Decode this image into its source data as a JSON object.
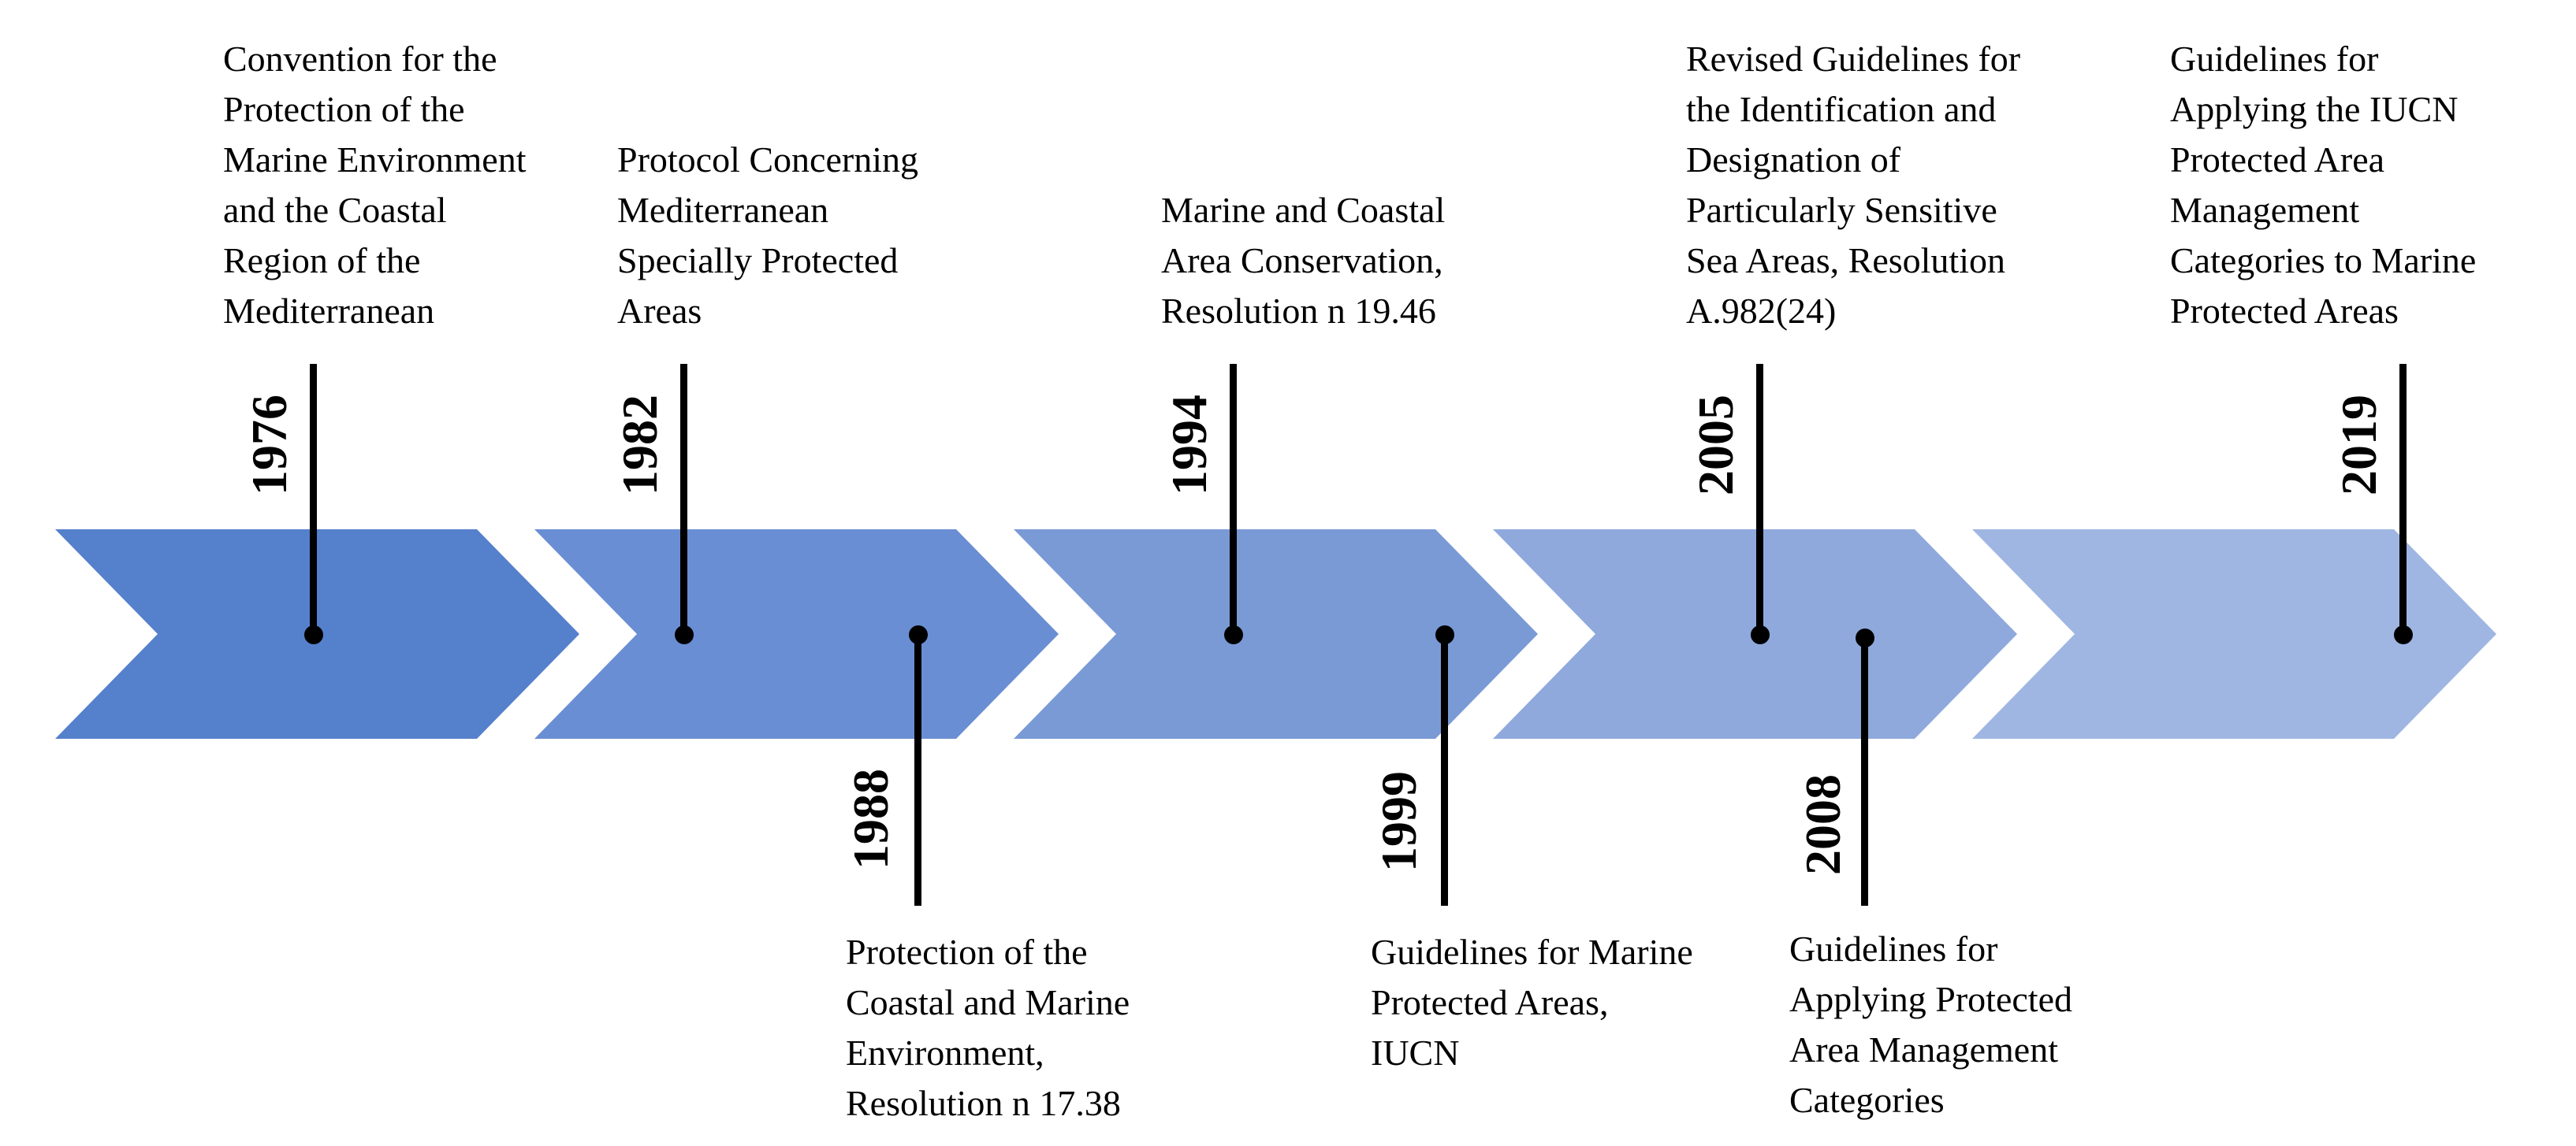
{
  "colors": {
    "arrows": [
      "#5580CC",
      "#6A8ED3",
      "#7A9AD6",
      "#8FA9DD",
      "#A0B6E2"
    ],
    "markers": "#000000"
  },
  "events": [
    {
      "year": "1976",
      "text": "Convention for the\nProtection of the\nMarine Environment\nand the Coastal\nRegion of the\nMediterranean"
    },
    {
      "year": "1982",
      "text": "Protocol Concerning\nMediterranean\nSpecially Protected\nAreas"
    },
    {
      "year": "1988",
      "text": "Protection of the\nCoastal and Marine\nEnvironment,\nResolution n 17.38"
    },
    {
      "year": "1994",
      "text": "Marine and Coastal\nArea Conservation,\nResolution n 19.46"
    },
    {
      "year": "1999",
      "text": "Guidelines for Marine\nProtected Areas,\nIUCN"
    },
    {
      "year": "2005",
      "text": "Revised Guidelines for\nthe Identification and\nDesignation of\nParticularly Sensitive\nSea Areas, Resolution\nA.982(24)"
    },
    {
      "year": "2008",
      "text": "Guidelines for\nApplying Protected\nArea Management\nCategories"
    },
    {
      "year": "2019",
      "text": "Guidelines for\nApplying the IUCN\nProtected Area\nManagement\nCategories to Marine\nProtected Areas"
    }
  ]
}
